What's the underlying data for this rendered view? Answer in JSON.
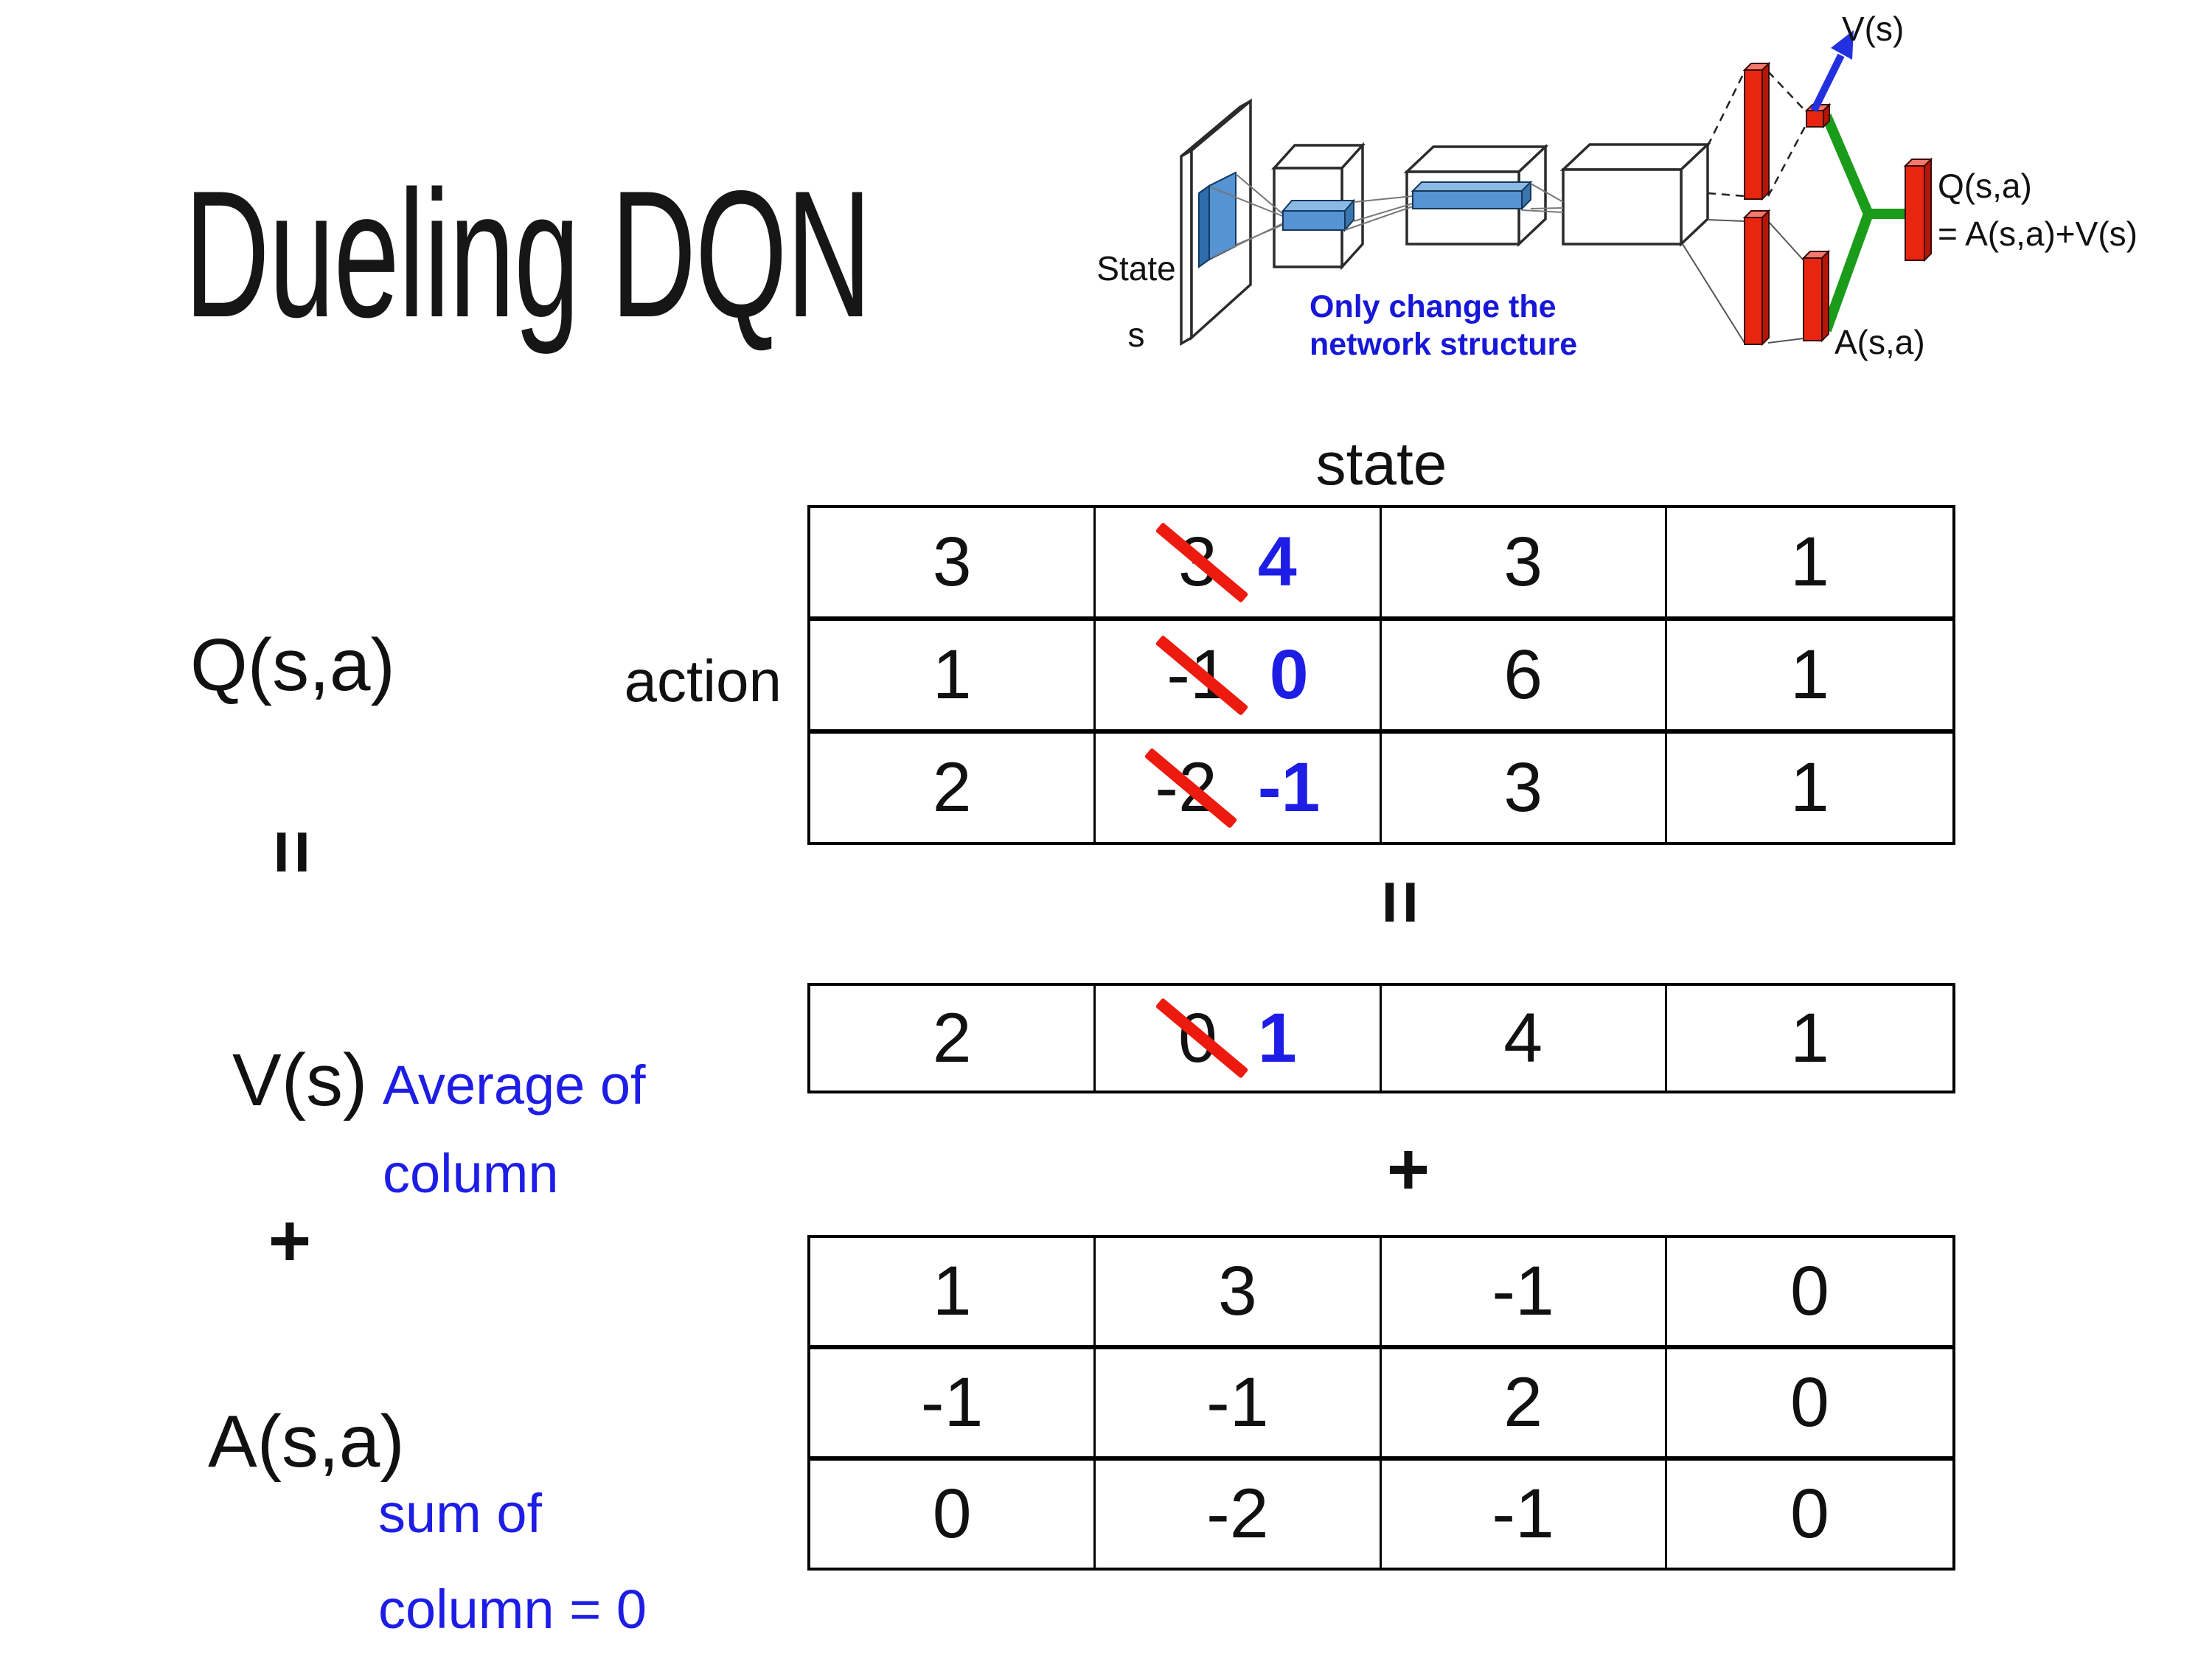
{
  "title": "Dueling DQN",
  "diagram": {
    "state_line1": "State",
    "state_line2": "s",
    "caption_line1": "Only change the",
    "caption_line2": "network structure",
    "v_out_label": "V(s)",
    "q_out_line1": "Q(s,a)",
    "q_out_line2": "= A(s,a)+V(s)",
    "a_out_label": "A(s,a)"
  },
  "equation": {
    "state_header": "state",
    "action_label": "action",
    "q_label": "Q(s,a)",
    "equals_sign": "=",
    "center_equals": "=",
    "v_label": "V(s)",
    "v_note_line1": "Average of",
    "v_note_line2": "column",
    "plus_sign": "+",
    "center_plus": "+",
    "a_label": "A(s,a)",
    "a_note_line1": "sum of",
    "a_note_line2": "column = 0"
  },
  "q_table": {
    "rows": [
      [
        {
          "value": "3"
        },
        {
          "old": "3",
          "new": "4"
        },
        {
          "value": "3"
        },
        {
          "value": "1"
        }
      ],
      [
        {
          "value": "1"
        },
        {
          "old": "-1",
          "new": "0"
        },
        {
          "value": "6"
        },
        {
          "value": "1"
        }
      ],
      [
        {
          "value": "2"
        },
        {
          "old": "-2",
          "new": "-1"
        },
        {
          "value": "3"
        },
        {
          "value": "1"
        }
      ]
    ]
  },
  "v_table": {
    "rows": [
      [
        {
          "value": "2"
        },
        {
          "old": "0",
          "new": "1"
        },
        {
          "value": "4"
        },
        {
          "value": "1"
        }
      ]
    ]
  },
  "a_table": {
    "rows": [
      [
        {
          "value": "1"
        },
        {
          "value": "3"
        },
        {
          "value": "-1"
        },
        {
          "value": "0"
        }
      ],
      [
        {
          "value": "-1"
        },
        {
          "value": "-1"
        },
        {
          "value": "2"
        },
        {
          "value": "0"
        }
      ],
      [
        {
          "value": "0"
        },
        {
          "value": "-2"
        },
        {
          "value": "-1"
        },
        {
          "value": "0"
        }
      ]
    ]
  },
  "colors": {
    "note_blue": "#1d1de6",
    "replacement_blue": "#1d1de6",
    "strike_red": "#ed1a10",
    "bar_red": "#e8250f",
    "link_green": "#1a9c1a",
    "slab_blue": "#5593d2",
    "caption_blue": "#1717d8"
  }
}
